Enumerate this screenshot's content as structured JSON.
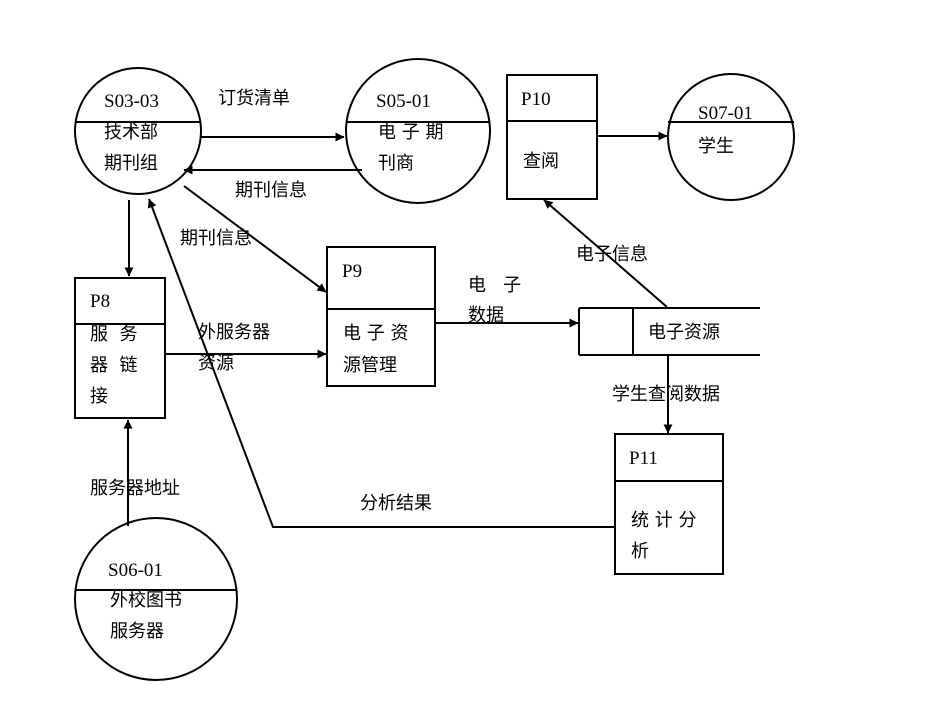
{
  "nodes": {
    "s0303": {
      "id": "S03-03",
      "lines": [
        "技术部",
        "期刊组"
      ]
    },
    "s0501": {
      "id": "S05-01",
      "lines": [
        "电 子 期",
        "刊商"
      ]
    },
    "s0701": {
      "id": "S07-01",
      "lines": [
        "学生"
      ]
    },
    "s0601": {
      "id": "S06-01",
      "lines": [
        "外校图书",
        "服务器"
      ]
    },
    "p8": {
      "id": "P8",
      "lines": [
        "服  务",
        "器  链",
        "接"
      ]
    },
    "p9": {
      "id": "P9",
      "lines": [
        "电 子 资",
        "源管理"
      ]
    },
    "p10": {
      "id": "P10",
      "lines": [
        "查阅"
      ]
    },
    "p11": {
      "id": "P11",
      "lines": [
        "统 计 分",
        "析"
      ]
    },
    "store": {
      "name": "电子资源"
    }
  },
  "flows": {
    "order_list": "订货清单",
    "journal_info_back": "期刊信息",
    "journal_info_p9": "期刊信息",
    "ext_server_resource_1": "外服务器",
    "ext_server_resource_2": "资源",
    "e_data_1": "电   子",
    "e_data_2": "数据",
    "e_info": "电子信息",
    "student_query_data": "学生查阅数据",
    "analysis_result": "分析结果",
    "server_address": "服务器地址"
  }
}
